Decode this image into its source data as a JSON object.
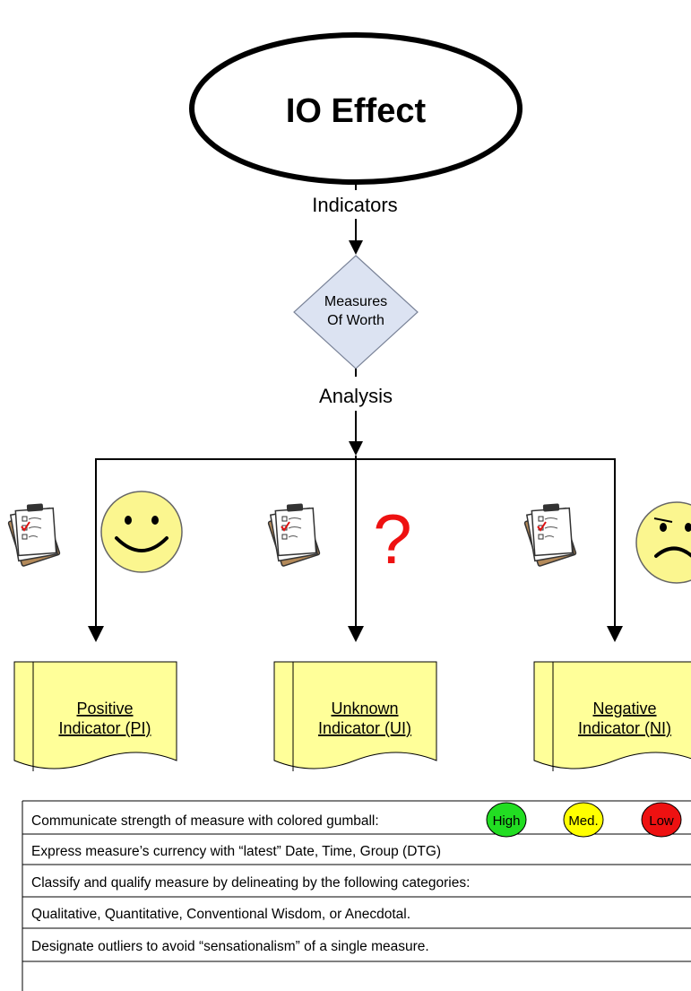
{
  "title": "IO Effect",
  "flow": {
    "indicators_label": "Indicators",
    "decision_line1": "Measures",
    "decision_line2": "Of Worth",
    "analysis_label": "Analysis"
  },
  "outcomes": [
    {
      "id": "pi",
      "line1": "Positive",
      "line2": "Indicator (PI)",
      "face": "smiley-face-icon"
    },
    {
      "id": "ui",
      "line1": "Unknown",
      "line2": "Indicator (UI)",
      "mark": "?"
    },
    {
      "id": "ni",
      "line1": "Negative",
      "line2": "Indicator (NI)",
      "face": "frown-face-icon"
    }
  ],
  "table": {
    "rows": [
      "Communicate strength of measure with colored gumball:",
      "Express measure’s currency with “latest” Date, Time, Group (DTG)",
      "Classify and qualify measure by delineating by the following categories:",
      "Qualitative, Quantitative, Conventional Wisdom, or Anecdotal.",
      "Designate outliers to avoid “sensationalism” of a single measure."
    ],
    "gumballs": [
      {
        "label": "High",
        "color": "#22dd22"
      },
      {
        "label": "Med.",
        "color": "#ffff00"
      },
      {
        "label": "Low",
        "color": "#ee1111"
      }
    ]
  },
  "colors": {
    "document_fill": "#ffff99",
    "diamond_fill": "#dce3f2",
    "face_fill": "#fbf68f",
    "question_mark": "#ee1111"
  }
}
